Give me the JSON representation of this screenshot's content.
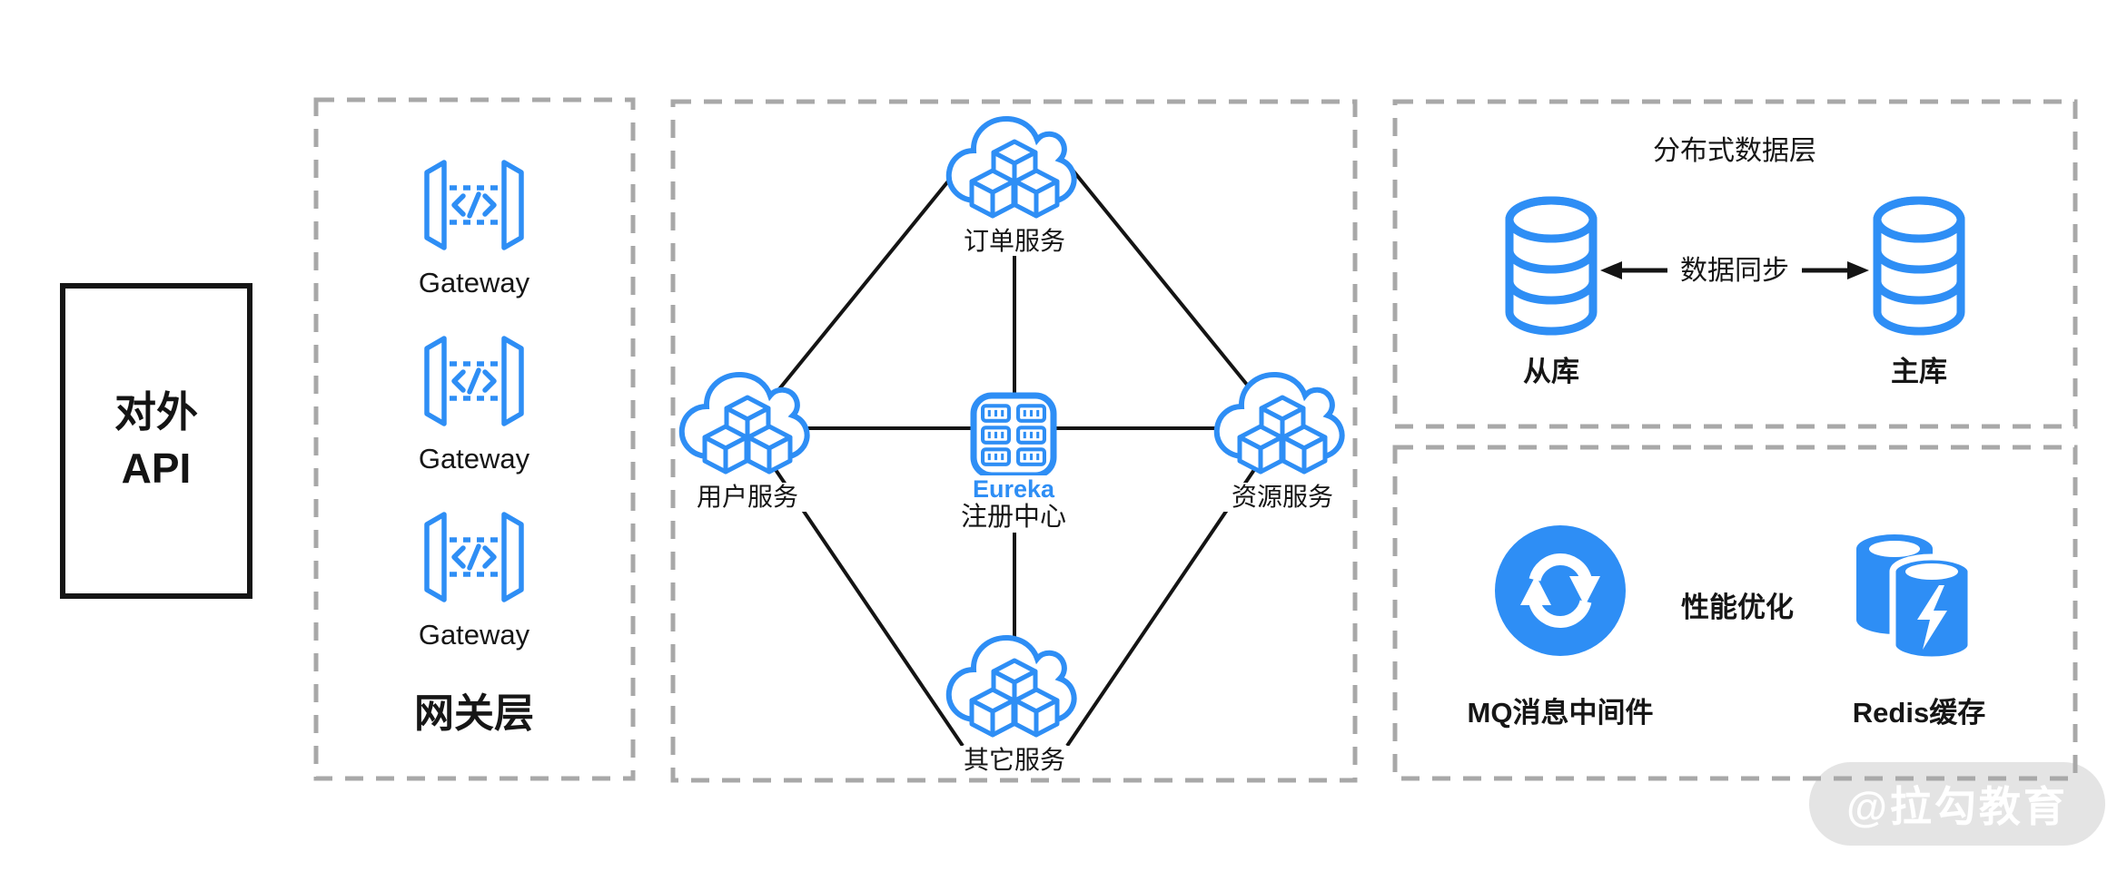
{
  "colors": {
    "accent_blue": "#2E8EF5",
    "line_black": "#141414",
    "dash_border_grey": "#A8A8A8",
    "watermark_bg": "#E4E4E4",
    "watermark_text": "#FFFFFF"
  },
  "external_api": {
    "line1": "对外",
    "line2": "API"
  },
  "gateway_layer": {
    "title": "网关层",
    "items": [
      {
        "label": "Gateway"
      },
      {
        "label": "Gateway"
      },
      {
        "label": "Gateway"
      }
    ]
  },
  "service_mesh": {
    "registry": {
      "name": "Eureka",
      "label": "注册中心"
    },
    "nodes": {
      "top": "订单服务",
      "left": "用户服务",
      "right": "资源服务",
      "bottom": "其它服务"
    }
  },
  "data_layer": {
    "title": "分布式数据层",
    "sync_label": "数据同步",
    "slave_label": "从库",
    "master_label": "主库"
  },
  "performance": {
    "title": "性能优化",
    "mq_label": "MQ消息中间件",
    "redis_label": "Redis缓存"
  },
  "watermark": {
    "text": "@拉勾教育"
  }
}
